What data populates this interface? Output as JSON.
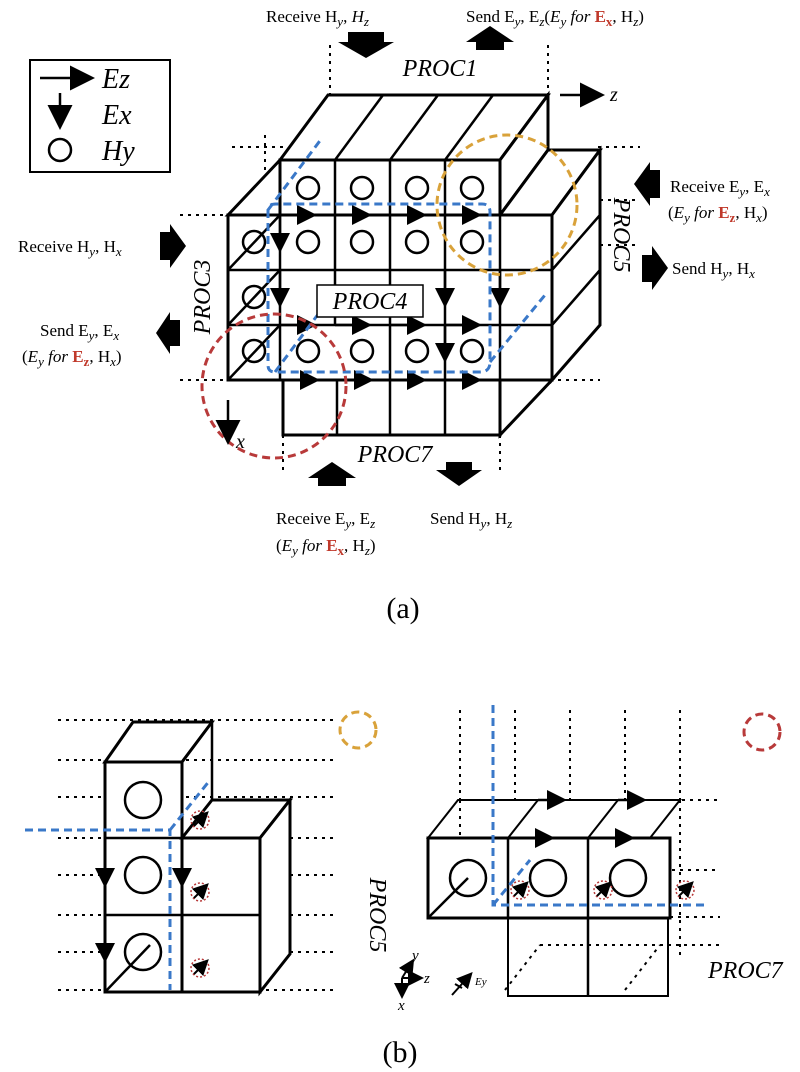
{
  "figure_a": {
    "caption": "(a)",
    "legend": {
      "ez": "Ez",
      "ex": "Ex",
      "hy": "Hy"
    },
    "proc1": "PROC1",
    "proc3": "PROC3",
    "proc4": "PROC4",
    "proc5": "PROC5",
    "proc7": "PROC7",
    "axis_z": "z",
    "axis_x": "x",
    "top_receive": "Receive H",
    "top_send": "Send E",
    "right_receive": "Receive E",
    "right_send": "Send H",
    "left_receive": "Receive H",
    "left_send": "Send E",
    "bottom_receive": "Receive E",
    "bottom_send": "Send H",
    "ey_for": "E",
    "for_word": "for",
    "red_ex": "E",
    "red_ez": "E"
  },
  "figure_b": {
    "caption": "(b)",
    "proc5": "PROC5",
    "proc7": "PROC7",
    "axis_y": "y",
    "axis_z": "z",
    "axis_x": "x",
    "ey_label": "Ey"
  },
  "colors": {
    "blue": "#3a78c8",
    "orange": "#d9a23a",
    "red": "#b83a3a",
    "text_red": "#c0392b"
  }
}
